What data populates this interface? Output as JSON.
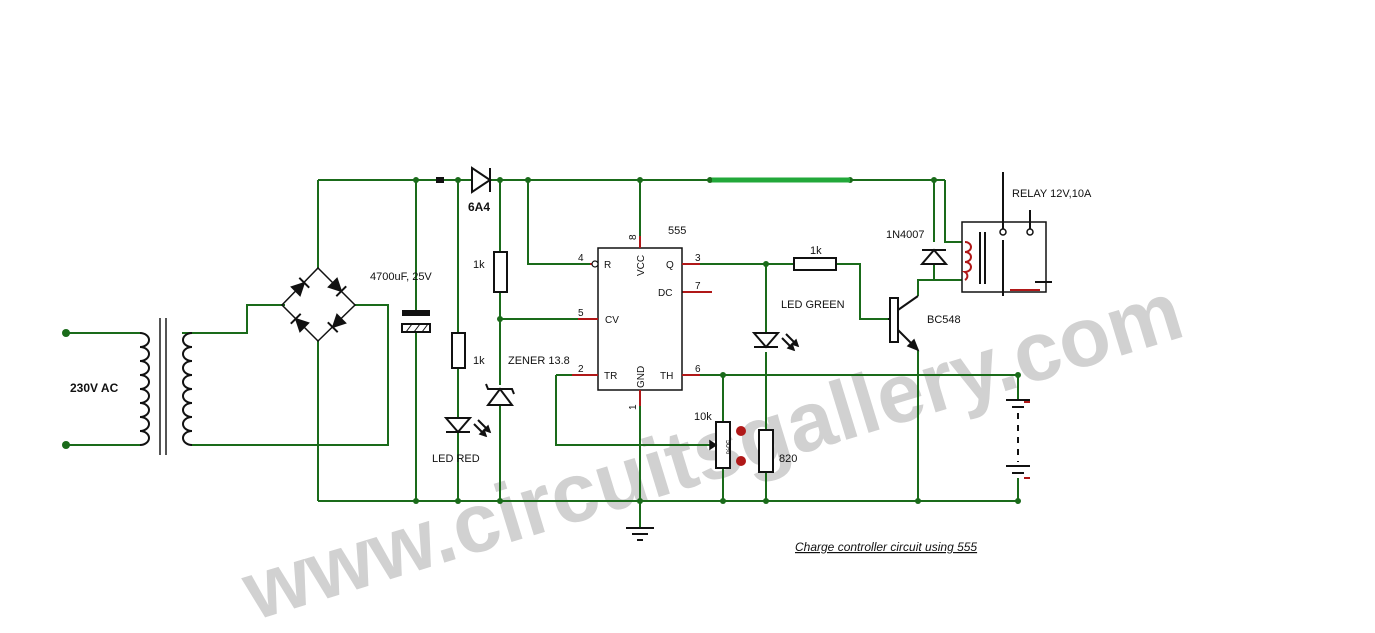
{
  "diagram": {
    "caption": "Charge controller circuit using 555",
    "watermark": "www.circuitsgallery.com",
    "labels": {
      "ac_input": "230V AC",
      "capacitor": "4700uF,  25V",
      "diode_main": "6A4",
      "resistor_top": "1k",
      "resistor_led": "1k",
      "led_red": "LED RED",
      "zener": "ZENER 13.8",
      "ic_name": "555",
      "resistor_green": "1k",
      "led_green": "LED GREEN",
      "diode_relay": "1N4007",
      "relay": "RELAY 12V,10A",
      "transistor": "BC548",
      "pot": "10k",
      "pot_inner": "50%",
      "resistor_820": "820"
    },
    "ic_pins": {
      "vcc": "VCC",
      "r": "R",
      "q": "Q",
      "dc": "DC",
      "cv": "CV",
      "tr": "TR",
      "gnd": "GND",
      "th": "TH",
      "n8": "8",
      "n4": "4",
      "n3": "3",
      "n7": "7",
      "n5": "5",
      "n2": "2",
      "n1": "1",
      "n6": "6"
    }
  }
}
